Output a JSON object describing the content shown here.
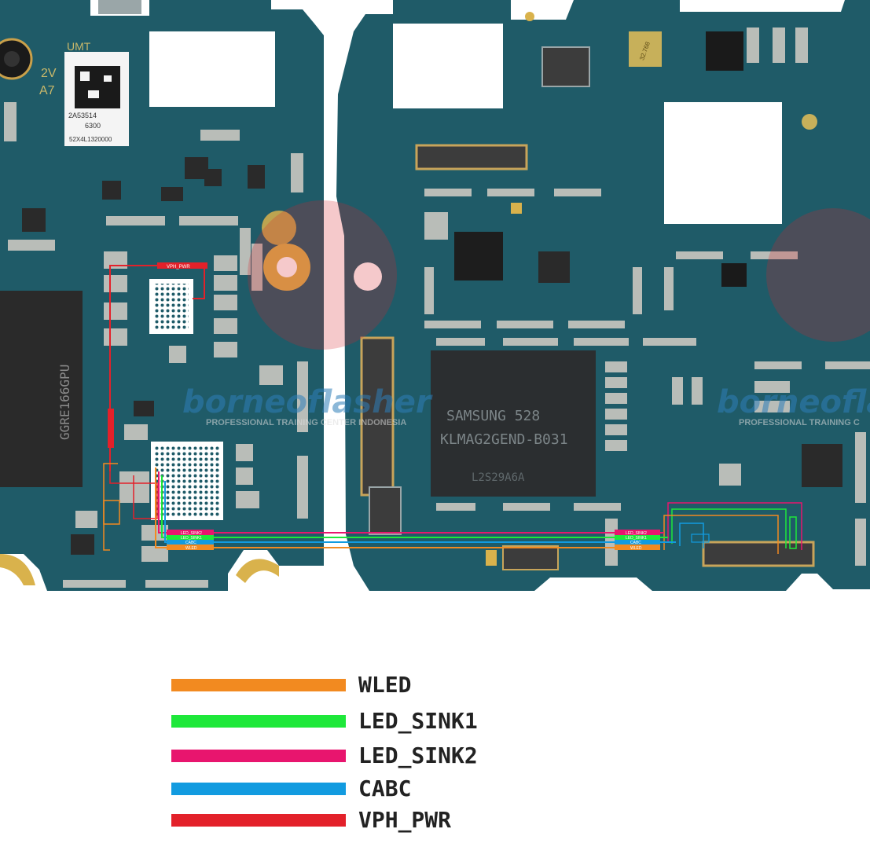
{
  "diagram": {
    "left_board": {
      "silk_top": "UMT",
      "silk_code1": "2V",
      "silk_code2": "A7",
      "label_line1": "2A53514",
      "label_line2": "6300",
      "label_line3": "52X4L1320000",
      "gpu_text": "GGRE166GPU",
      "vph_label": "VPH_PWR"
    },
    "right_board": {
      "emmc_line1": "SAMSUNG    528",
      "emmc_line2": "KLMAG2GEND-B031",
      "emmc_line3": "L2S29A6A",
      "crystal_label": "32.768"
    },
    "pad_labels_left": [
      "LED_SINK2",
      "LED_SINK1",
      "CABC",
      "WLED"
    ],
    "pad_labels_right": [
      "LED_SINK2",
      "LED_SINK1",
      "CABC",
      "WLED"
    ],
    "watermark": {
      "brand": "borneoflasher",
      "tagline_left": "PROFESSIONAL TRAINING CENTER INDONESIA",
      "tagline_right": "PROFESSIONAL TRAINING C"
    }
  },
  "legend": [
    {
      "label": "WLED",
      "color": "#f28a20"
    },
    {
      "label": "LED_SINK1",
      "color": "#1ee83a"
    },
    {
      "label": "LED_SINK2",
      "color": "#e8156e"
    },
    {
      "label": "CABC",
      "color": "#129be0"
    },
    {
      "label": "VPH_PWR",
      "color": "#e3212a"
    }
  ]
}
